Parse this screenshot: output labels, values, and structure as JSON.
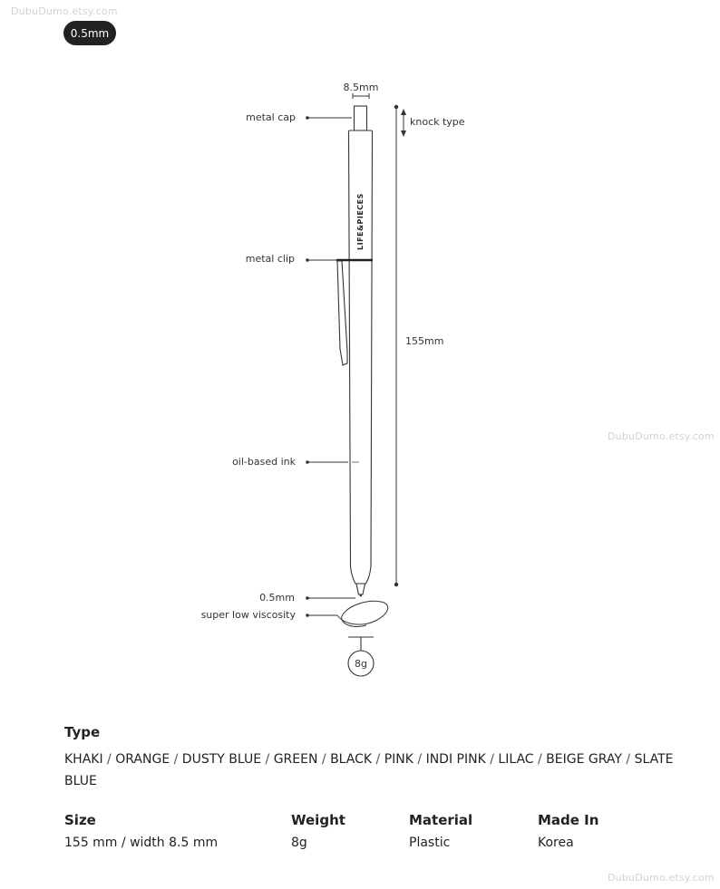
{
  "watermark": "DubuDumo.etsy.com",
  "tip_badge": "0.5mm",
  "diagram": {
    "width_label": "8.5mm",
    "brand": "LIFE&PIECES",
    "length_label": "155mm",
    "labels": {
      "metal_cap": "metal cap",
      "knock_type": "knock type",
      "metal_clip": "metal clip",
      "oil_ink": "oil-based ink",
      "tip": "0.5mm",
      "viscosity": "super low viscosity",
      "weight": "8g"
    }
  },
  "specs": {
    "type_title": "Type",
    "types": [
      "KHAKI",
      "ORANGE",
      "DUSTY BLUE",
      "GREEN",
      "BLACK",
      "PINK",
      "INDI PINK",
      "LILAC",
      "BEIGE GRAY",
      "SLATE BLUE"
    ],
    "size": {
      "heading": "Size",
      "value": "155 mm / width 8.5 mm"
    },
    "weight": {
      "heading": "Weight",
      "value": "8g"
    },
    "material": {
      "heading": "Material",
      "value": "Plastic"
    },
    "made_in": {
      "heading": "Made In",
      "value": "Korea"
    }
  }
}
